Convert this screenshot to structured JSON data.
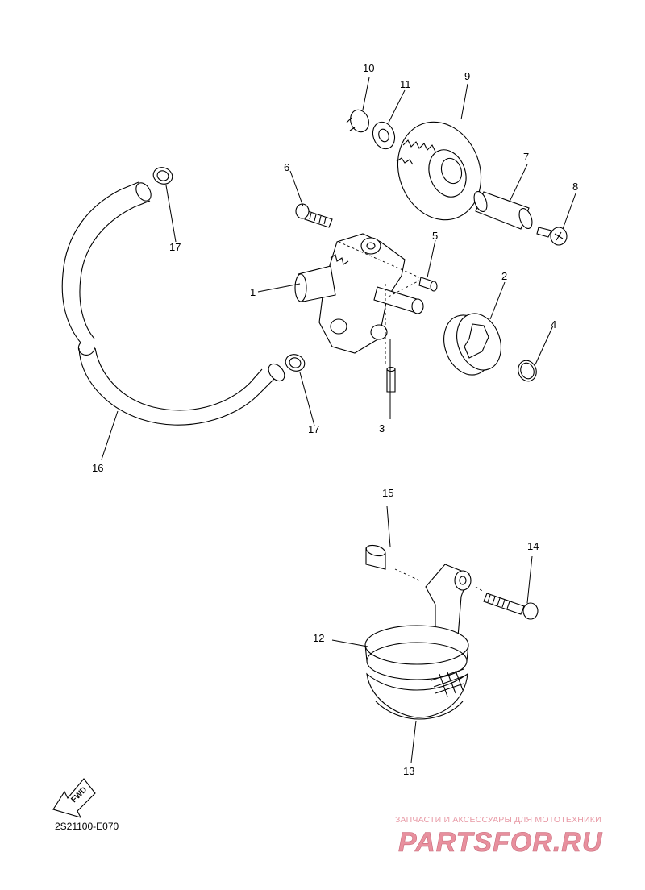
{
  "diagram": {
    "code": "2S21100-E070",
    "direction_arrow": "FWD",
    "watermark": {
      "caption": "ЗАПЧАСТИ И АКСЕССУАРЫ ДЛЯ МОТОТЕХНИКИ",
      "logo": "PARTSFOR.RU",
      "color": "#e8909e"
    },
    "callouts": [
      "1",
      "2",
      "3",
      "4",
      "5",
      "6",
      "7",
      "8",
      "9",
      "10",
      "11",
      "12",
      "13",
      "14",
      "15",
      "16",
      "17",
      "17"
    ]
  }
}
